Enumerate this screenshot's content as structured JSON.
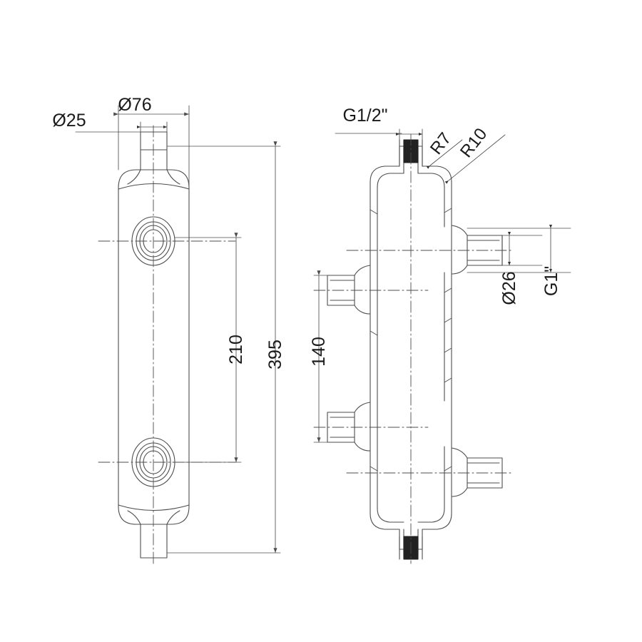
{
  "drawing": {
    "title": "Hydraulic separator / low loss header technical drawing",
    "background_color": "#ffffff",
    "line_color": "#4d4d4d",
    "text_color": "#1a1a1a",
    "fill_color": "#222222",
    "views": [
      {
        "name": "front-view",
        "position": "left"
      },
      {
        "name": "section-view",
        "position": "right"
      }
    ]
  },
  "dimensions": {
    "diameter_body": "Ø76",
    "diameter_top_port": "Ø25",
    "overall_length": "395",
    "port_spacing_front": "210",
    "port_spacing_section": "140",
    "side_port_diameter": "Ø26",
    "side_port_thread": "G1\"",
    "end_port_thread": "G1/2\"",
    "radius_outer": "R10",
    "radius_inner": "R7"
  },
  "labels": {
    "d76": "Ø76",
    "d25": "Ø25",
    "len395": "395",
    "len210": "210",
    "len140": "140",
    "d26": "Ø26",
    "g1": "G1\"",
    "ghalf": "G1/2\"",
    "r7": "R7",
    "r10": "R10"
  }
}
